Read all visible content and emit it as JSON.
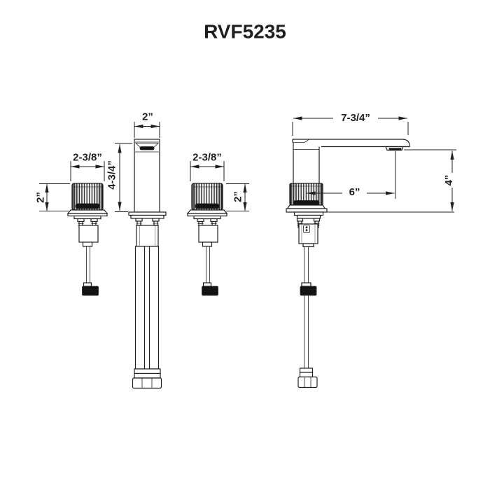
{
  "title": "RVF5235",
  "front_view": {
    "left_handle": {
      "width_label": "2-3/8”",
      "height_label": "2”"
    },
    "spout": {
      "width_label": "2”",
      "height_label": "4-3/4”"
    },
    "right_handle": {
      "width_label": "2-3/8”",
      "height_label": "2”"
    }
  },
  "side_view": {
    "overall_length_label": "7-3/4”",
    "spout_reach_label": "6”",
    "spout_height_label": "4”"
  },
  "colors": {
    "line": "#1f1f1f",
    "dark_fill": "#141414",
    "background": "#ffffff"
  }
}
